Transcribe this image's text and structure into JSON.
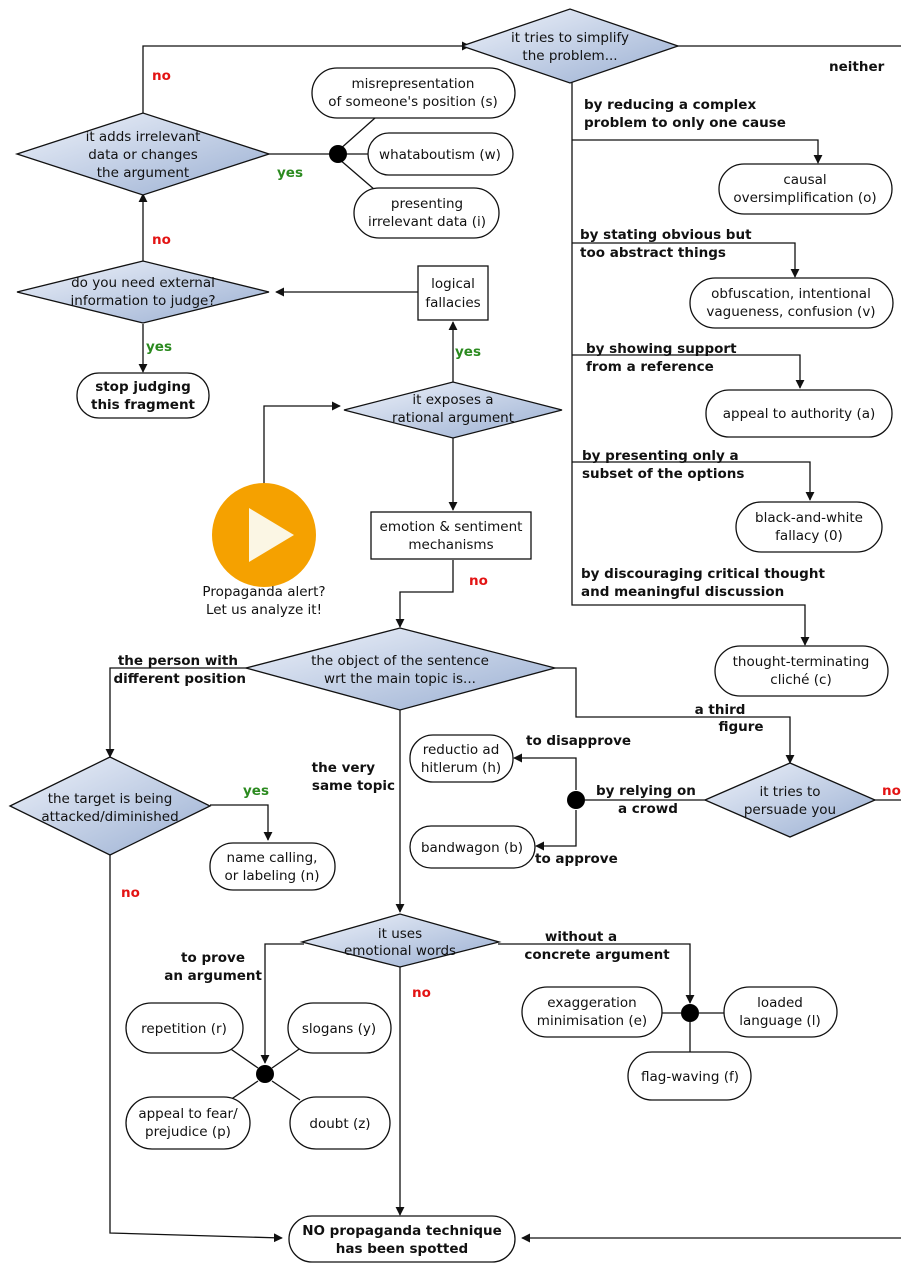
{
  "colors": {
    "diamond_light": "#eef2fa",
    "diamond_dark": "#9aafd2",
    "yes": "#2b8a1f",
    "no": "#e31414",
    "play_button": "#f5a100"
  },
  "icons": {
    "start": "play-icon"
  },
  "start": {
    "caption": [
      "Propaganda alert?",
      "Let us analyze it!"
    ]
  },
  "decisions": {
    "simplify": [
      "it tries to simplify",
      "the problem..."
    ],
    "irrelevant": [
      "it adds irrelevant",
      "data or changes",
      "the argument"
    ],
    "external": [
      "do you need external",
      "information to judge?"
    ],
    "rational": [
      "it exposes a",
      "rational argument"
    ],
    "object": [
      "the object of the sentence",
      "wrt the main topic is..."
    ],
    "attacked": [
      "the target is being",
      "attacked/diminished"
    ],
    "persuade": [
      "it tries to",
      "persuade you"
    ],
    "emotional": [
      "it uses",
      "emotional words"
    ]
  },
  "boxes": {
    "logical": [
      "logical",
      "fallacies"
    ],
    "emotion": [
      "emotion & sentiment",
      "mechanisms"
    ]
  },
  "techniques": {
    "misrep": [
      "misrepresentation",
      "of someone's position (s)"
    ],
    "whatabout": [
      "whataboutism (w)"
    ],
    "irrelevant_data": [
      "presenting",
      "irrelevant data (i)"
    ],
    "causal": [
      "causal",
      "oversimplification (o)"
    ],
    "obfuscation": [
      "obfuscation, intentional",
      "vagueness, confusion (v)"
    ],
    "authority": [
      "appeal to authority (a)"
    ],
    "bw": [
      "black-and-white",
      "fallacy (0)"
    ],
    "cliche": [
      "thought-terminating",
      "cliché (c)"
    ],
    "hitler": [
      "reductio ad",
      "hitlerum (h)"
    ],
    "bandwagon": [
      "bandwagon (b)"
    ],
    "namecall": [
      "name calling,",
      "or labeling (n)"
    ],
    "repetition": [
      "repetition (r)"
    ],
    "slogans": [
      "slogans (y)"
    ],
    "fear": [
      "appeal to fear/",
      "prejudice (p)"
    ],
    "doubt": [
      "doubt (z)"
    ],
    "exaggeration": [
      "exaggeration",
      "minimisation (e)"
    ],
    "loaded": [
      "loaded",
      "language (l)"
    ],
    "flag": [
      "flag-waving (f)"
    ]
  },
  "terminals": {
    "stop": [
      "stop judging",
      "this fragment"
    ],
    "none": [
      "NO propaganda technique",
      "has been spotted"
    ]
  },
  "labels": {
    "yes": "yes",
    "no": "no",
    "neither": "neither",
    "reducing": [
      "by reducing a complex",
      "problem to only one cause"
    ],
    "stating": [
      "by stating obvious but",
      "too abstract things"
    ],
    "support": [
      "by showing support",
      "from a reference"
    ],
    "subset": [
      "by presenting only a",
      "subset of the options"
    ],
    "discouraging": [
      "by discouraging critical thought",
      "and meaningful discussion"
    ],
    "person": [
      "the person with",
      "different position"
    ],
    "third": [
      "a third",
      "figure"
    ],
    "same_topic": [
      "the very",
      "same topic"
    ],
    "disapprove": "to disapprove",
    "approve": "to approve",
    "crowd": [
      "by relying on",
      "a crowd"
    ],
    "prove": [
      "to prove",
      "an argument"
    ],
    "without": [
      "without a",
      "concrete argument"
    ]
  }
}
